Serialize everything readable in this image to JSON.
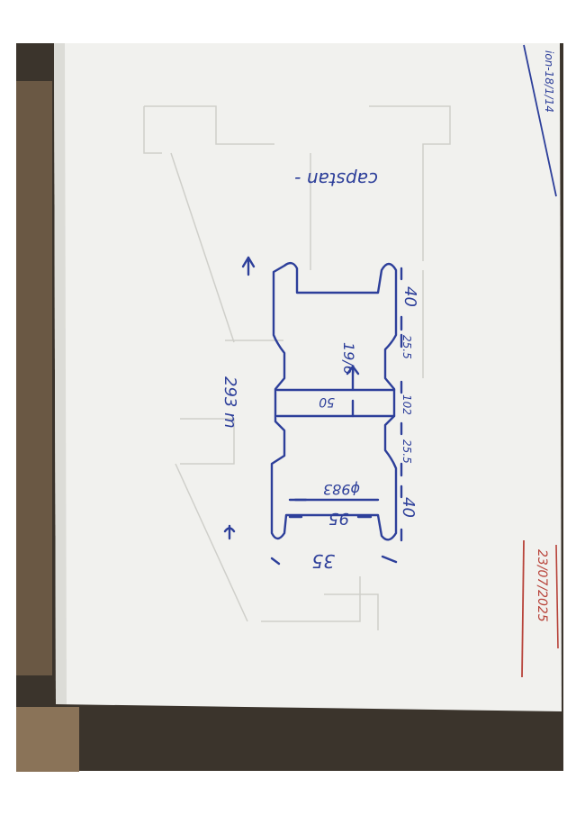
{
  "photo": {
    "colors": {
      "page_white": "#ffffff",
      "table_dark": "#3b342c",
      "table_brown": "#6a5844",
      "paper": "#f1f1ee",
      "paper_shadow": "#dcdcd7",
      "ghost_lines": "#c9c9c4",
      "ink_blue": "#2d3f9a",
      "ink_red": "#b8433a"
    },
    "sketch": {
      "label_capstan": "capstan -",
      "dim_top_40": "40",
      "dim_top_255": "25.5",
      "dim_center_102": "102",
      "dim_bottom_255": "25.5",
      "dim_bottom_40": "40",
      "dim_bore_1916": "19/6",
      "dim_width_50": "50",
      "dim_overall_293": "293 m",
      "dim_bore_95": "95",
      "dim_dia_983": "ϕ983",
      "dim_edge_35": "35"
    },
    "margin_note": {
      "corner_text": "ion-18/1/14",
      "date": "23/07/2025"
    }
  }
}
